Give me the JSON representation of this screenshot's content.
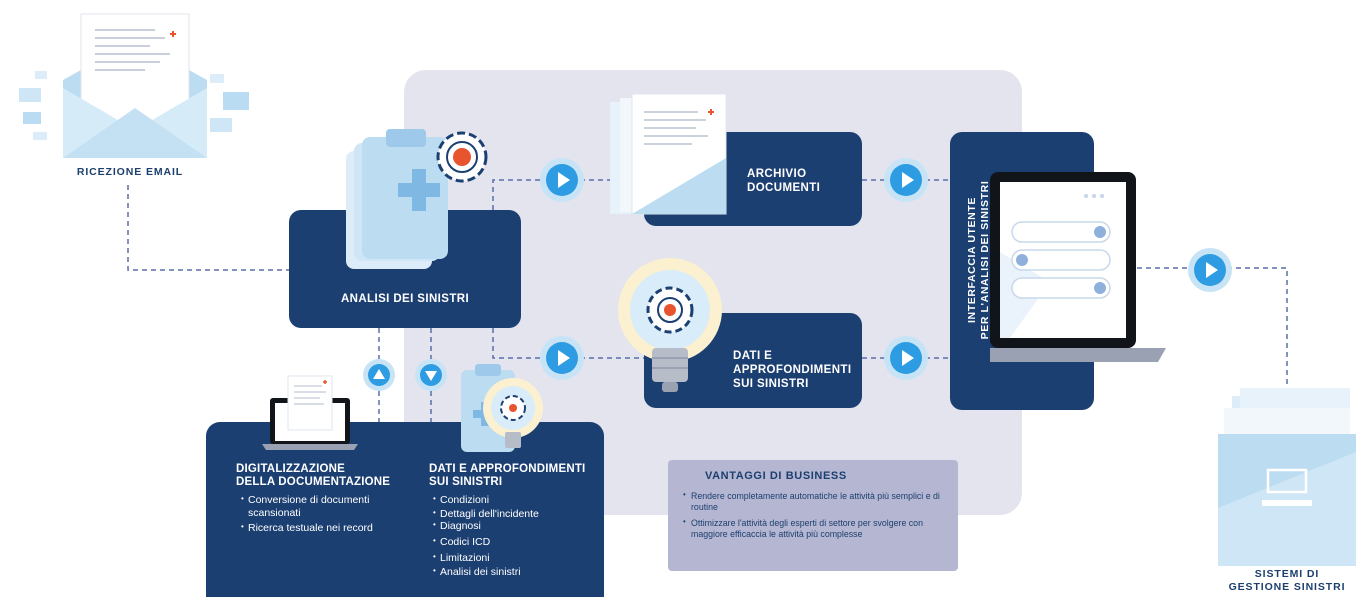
{
  "colors": {
    "navy": "#1c3f72",
    "accent_blue": "#2e9ce2",
    "light_blue": "#c7e4f7",
    "panel_gray": "#e3e4ee",
    "benefits_bg": "#b5b6d2",
    "red_cross": "#e8542d"
  },
  "captions": {
    "email": "RICEZIONE EMAIL",
    "claims_systems_line1": "SISTEMI DI",
    "claims_systems_line2": "GESTIONE SINISTRI"
  },
  "boxes": {
    "claims_analysis": "ANALISI DEI SINISTRI",
    "archive_line1": "ARCHIVIO",
    "archive_line2": "DOCUMENTI",
    "insights_line1": "DATI E",
    "insights_line2": "APPROFONDIMENTI",
    "insights_line3": "SUI SINISTRI",
    "ui_line1": "INTERFACCIA UTENTE",
    "ui_line2": "PER L'ANALISI DEI SINISTRI"
  },
  "digitization": {
    "title_line1": "DIGITALIZZAZIONE",
    "title_line2": "DELLA DOCUMENTAZIONE",
    "items": [
      "Conversione di documenti scansionati",
      "Ricerca testuale nei record"
    ]
  },
  "insights_detail": {
    "title_line1": "DATI E APPROFONDIMENTI",
    "title_line2": "SUI SINISTRI",
    "items": [
      "Condizioni",
      "Dettagli dell'incidente",
      "Diagnosi",
      "Codici ICD",
      "Limitazioni",
      "Analisi dei sinistri"
    ]
  },
  "business": {
    "title": "VANTAGGI DI BUSINESS",
    "items": [
      "Rendere completamente automatiche le attività più semplici e di routine",
      "Ottimizzare l'attività degli esperti di settore per svolgere con maggiore efficaccia le attività più complesse"
    ]
  },
  "icons": [
    "envelope-icon",
    "clipboard-icon",
    "gear-icon",
    "document-stack-icon",
    "lightbulb-icon",
    "laptop-icon",
    "file-cabinet-icon",
    "play-icon",
    "arrow-up-icon",
    "arrow-down-icon"
  ]
}
